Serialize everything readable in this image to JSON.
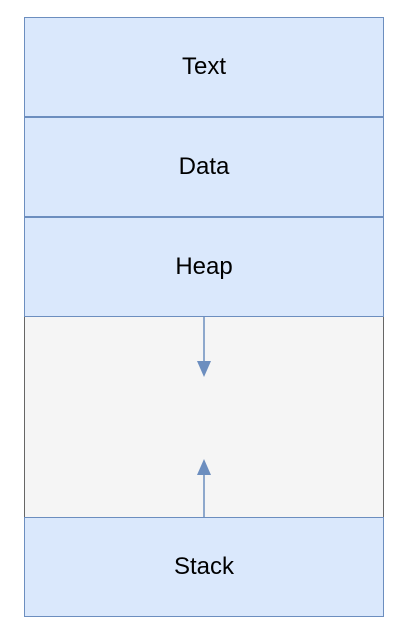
{
  "segments": {
    "text": "Text",
    "data": "Data",
    "heap": "Heap",
    "stack": "Stack"
  },
  "colors": {
    "segment_fill": "#dae8fc",
    "segment_stroke": "#6c8ebf",
    "gap_fill": "#f5f5f5",
    "gap_stroke": "#666666",
    "arrow": "#6c8ebf"
  }
}
